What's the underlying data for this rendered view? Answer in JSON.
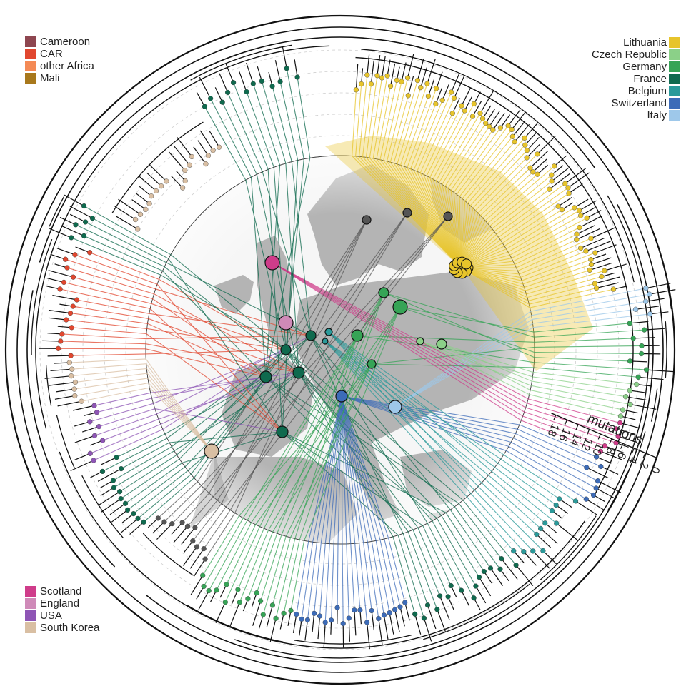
{
  "legend_top_left": [
    {
      "label": "Cameroon",
      "color": "#8e4650"
    },
    {
      "label": "CAR",
      "color": "#e1472f"
    },
    {
      "label": "other Africa",
      "color": "#f48a55"
    },
    {
      "label": "Mali",
      "color": "#a8781c"
    }
  ],
  "legend_top_right": [
    {
      "label": "Lithuania",
      "color": "#e7c42b"
    },
    {
      "label": "Czech Republic",
      "color": "#8bd088"
    },
    {
      "label": "Germany",
      "color": "#36a456"
    },
    {
      "label": "France",
      "color": "#0f6a4e"
    },
    {
      "label": "Belgium",
      "color": "#2a9a9a"
    },
    {
      "label": "Switzerland",
      "color": "#3c6bb8"
    },
    {
      "label": "Italy",
      "color": "#9ec8ea"
    }
  ],
  "legend_bottom_left": [
    {
      "label": "Scotland",
      "color": "#cf3c8a"
    },
    {
      "label": "England",
      "color": "#cf8ab8"
    },
    {
      "label": "USA",
      "color": "#8e55b5"
    },
    {
      "label": "South Korea",
      "color": "#d9bfa3"
    }
  ],
  "scale": {
    "label": "mutations",
    "ticks": [
      "0",
      "2",
      "4",
      "6",
      "8",
      "10",
      "12",
      "14",
      "16",
      "18"
    ]
  },
  "colors": {
    "map_land": "#b4b4b4",
    "tree_branch": "#111111",
    "unknown_grey": "#555555"
  }
}
